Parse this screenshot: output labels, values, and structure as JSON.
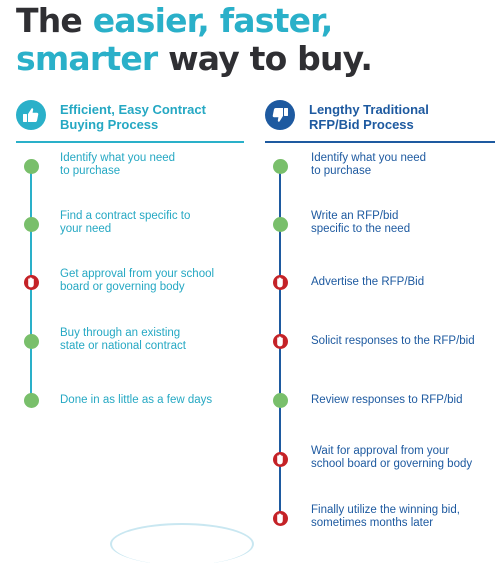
{
  "headline": {
    "line1_a": "The ",
    "line1_b": "easier, faster,",
    "line2_a": "smarter",
    "line2_b": " way to buy."
  },
  "colors": {
    "dark": "#2f2f33",
    "teal": "#2ab0c9",
    "blue": "#1e5aa0",
    "green_dot": "#79bf6b",
    "red_dot": "#c42227"
  },
  "left": {
    "icon": "thumbs-up-icon",
    "title_line1": "Efficient, Easy Contract",
    "title_line2": "Buying Process",
    "steps": [
      {
        "type": "green",
        "line1": "Identify what you need",
        "line2": "to purchase"
      },
      {
        "type": "green",
        "line1": "Find a contract specific to",
        "line2": "your need"
      },
      {
        "type": "red",
        "line1": "Get approval from your school",
        "line2": "board or governing body"
      },
      {
        "type": "green",
        "line1": "Buy through an existing",
        "line2": "state or national contract"
      },
      {
        "type": "green",
        "line1": "Done in as little as a few days",
        "line2": ""
      }
    ]
  },
  "right": {
    "icon": "thumbs-down-icon",
    "title_line1": "Lengthy Traditional",
    "title_line2": "RFP/Bid Process",
    "steps": [
      {
        "type": "green",
        "line1": "Identify what you need",
        "line2": "to purchase"
      },
      {
        "type": "green",
        "line1": "Write an RFP/bid",
        "line2": "specific to the need"
      },
      {
        "type": "red",
        "line1": "Advertise the RFP/Bid",
        "line2": ""
      },
      {
        "type": "red",
        "line1": "Solicit responses to the RFP/bid",
        "line2": ""
      },
      {
        "type": "green",
        "line1": "Review responses to RFP/bid",
        "line2": ""
      },
      {
        "type": "red",
        "line1": "Wait for approval from your",
        "line2": "school board or governing body"
      },
      {
        "type": "red",
        "line1": "Finally utilize the winning bid,",
        "line2": "sometimes months later"
      }
    ]
  }
}
